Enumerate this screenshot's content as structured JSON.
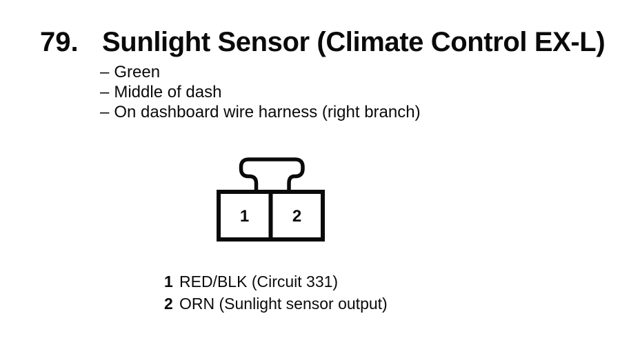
{
  "document": {
    "item_number": "79.",
    "title": "Sunlight Sensor (Climate Control EX-L)",
    "bullet_prefix": "–",
    "bullets": [
      "Green",
      "Middle of dash",
      "On dashboard wire harness (right branch)"
    ],
    "connector": {
      "cavity_labels": [
        "1",
        "2"
      ]
    },
    "wire_legend": [
      {
        "pin": "1",
        "description": "RED/BLK (Circuit 331)"
      },
      {
        "pin": "2",
        "description": "ORN (Sunlight sensor output)"
      }
    ],
    "colors": {
      "ink": "#0a0a0a",
      "paper": "#ffffff"
    }
  }
}
